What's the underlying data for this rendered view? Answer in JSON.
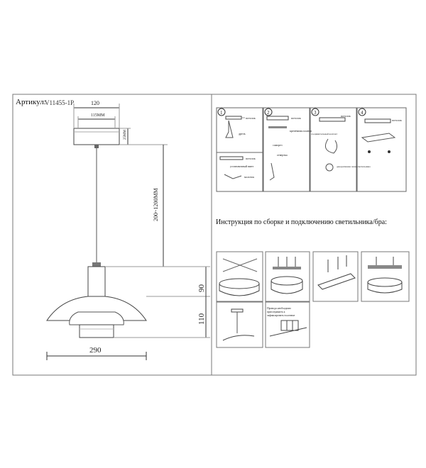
{
  "article": {
    "label": "Артикул:",
    "value": "V11455-1P"
  },
  "dimensions": {
    "canopy_width": "120",
    "canopy_inner": "115MM",
    "canopy_height": "25MM",
    "cord_length": "200~1200MM",
    "top_height": "90",
    "bottom_height": "110",
    "shade_width": "290"
  },
  "steps": [
    {
      "number": "1",
      "labels": [
        "потолок",
        "дрель",
        "потолок",
        "установочный винт",
        "молоток"
      ]
    },
    {
      "number": "2",
      "labels": [
        "потолок",
        "крепёжная планка",
        "саморез",
        "отвертка"
      ]
    },
    {
      "number": "3",
      "labels": [
        "потолок",
        "соединительный контакт",
        "декоративная чаша светильника"
      ]
    },
    {
      "number": "4",
      "labels": [
        "потолок"
      ]
    }
  ],
  "instruction_title": "Инструкция по сборке и подключению  светильника/бра:",
  "wiring_note": [
    "Провода необходимо",
    "присоединить к",
    "зафиксировать в клемме"
  ]
}
